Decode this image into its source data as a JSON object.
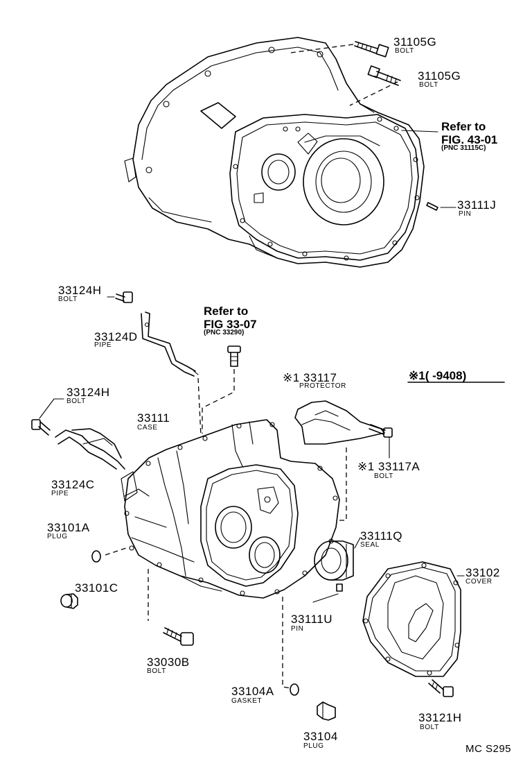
{
  "diagram_code": "MC S295",
  "upper_section": {
    "bolt_a": {
      "part": "31105G",
      "desc": "BOLT"
    },
    "bolt_b": {
      "part": "31105G",
      "desc": "BOLT"
    },
    "refer": {
      "line1": "Refer to",
      "line2": "FIG. 43-01",
      "pnc": "(PNC 31115C)"
    },
    "pin": {
      "part": "33111J",
      "desc": "PIN"
    }
  },
  "lower_section": {
    "bolt_top": {
      "part": "33124H",
      "desc": "BOLT"
    },
    "refer": {
      "line1": "Refer to",
      "line2": "FIG 33-07",
      "pnc": "(PNC 33290)"
    },
    "pipe_d": {
      "part": "33124D",
      "desc": "PIPE"
    },
    "bolt_left": {
      "part": "33124H",
      "desc": "BOLT"
    },
    "case": {
      "part": "33111",
      "desc": "CASE"
    },
    "pipe_c": {
      "part": "33124C",
      "desc": "PIPE"
    },
    "protector": {
      "part": "※1 33117",
      "desc": "PROTECTOR"
    },
    "note": {
      "text": "※1(      -9408)"
    },
    "protector_bolt": {
      "part": "※1 33117A",
      "desc": "BOLT"
    },
    "plug_a": {
      "part": "33101A",
      "desc": "PLUG"
    },
    "gasket_c": {
      "part": "33101C"
    },
    "seal": {
      "part": "33111Q",
      "desc": "SEAL"
    },
    "cover": {
      "part": "33102",
      "desc": "COVER"
    },
    "pin_u": {
      "part": "33111U",
      "desc": "PIN"
    },
    "bolt_b": {
      "part": "33030B",
      "desc": "BOLT"
    },
    "gasket": {
      "part": "33104A",
      "desc": "GASKET"
    },
    "plug": {
      "part": "33104",
      "desc": "PLUG"
    },
    "cover_bolt": {
      "part": "33121H",
      "desc": "BOLT"
    }
  }
}
